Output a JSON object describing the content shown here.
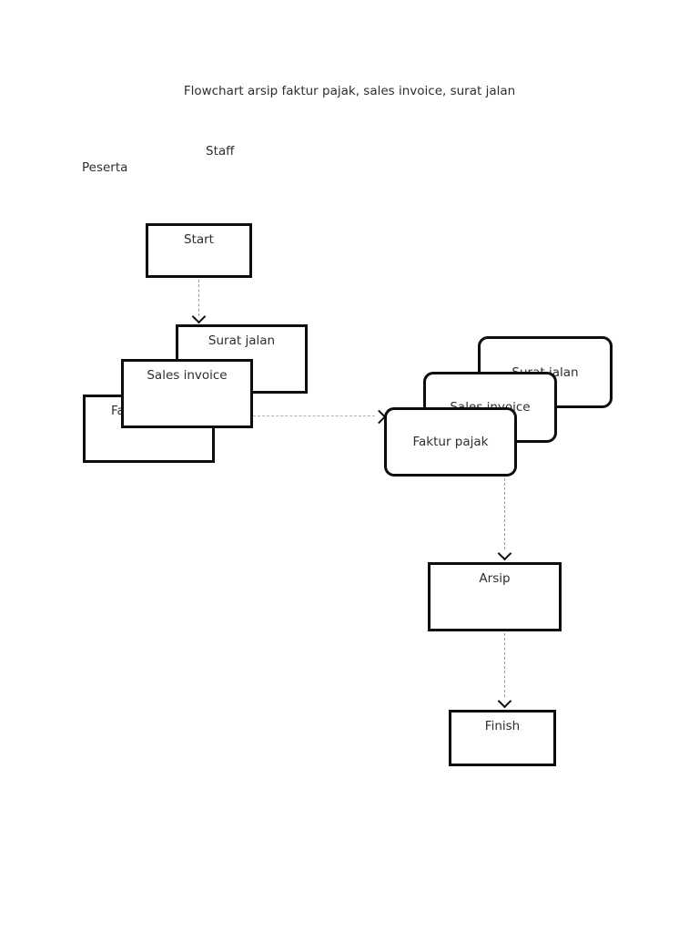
{
  "document": {
    "title": "Flowchart arsip faktur pajak, sales invoice, surat jalan",
    "lanes": {
      "staff": "Staff",
      "peserta": "Peserta"
    }
  },
  "flowchart": {
    "nodes": {
      "start": "Start",
      "surat_jalan_left": "Surat jalan",
      "sales_invoice_left": "Sales invoice",
      "faktur_pajak_left": "Faktur pajak",
      "surat_jalan_right": "Surat jalan",
      "sales_invoice_right": "Sales invoice",
      "faktur_pajak_right": "Faktur pajak",
      "arsip": "Arsip",
      "finish": "Finish"
    },
    "edges": [
      {
        "from": "start",
        "to": "surat_jalan_left",
        "style": "dashed-arrow"
      },
      {
        "from": "sales_invoice_left",
        "to": "faktur_pajak_right",
        "style": "dashed-arrow"
      },
      {
        "from": "faktur_pajak_right",
        "to": "arsip",
        "style": "dashed-arrow"
      },
      {
        "from": "arsip",
        "to": "finish",
        "style": "dashed-arrow"
      }
    ],
    "colors": {
      "box_border": "#0d0d0d",
      "box_fill": "#ffffff",
      "text": "#2e2e2e",
      "connector": "#9a9a9a",
      "background": "#ffffff"
    }
  }
}
